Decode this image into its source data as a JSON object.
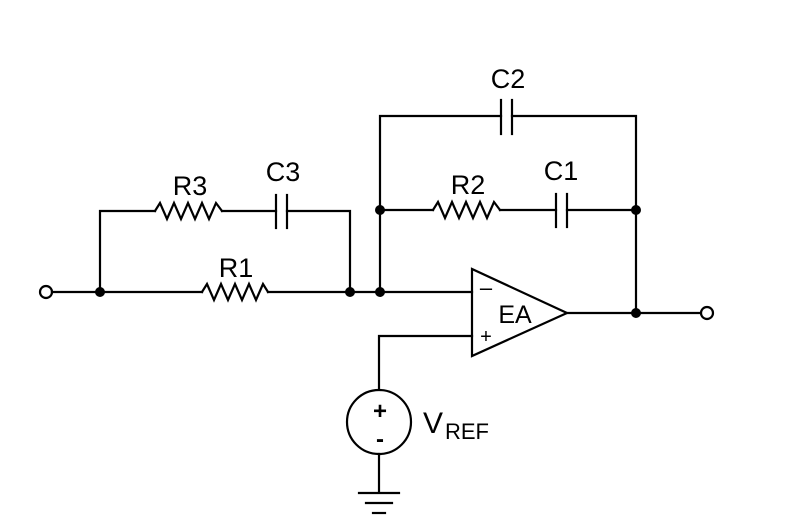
{
  "diagram": {
    "type": "circuit-schematic",
    "description_labels": {
      "c2": "C2",
      "r3": "R3",
      "c3": "C3",
      "r2": "R2",
      "c1": "C1",
      "r1": "R1",
      "ea": "EA",
      "minus_sign": "–",
      "plus_sign": "+",
      "vref_main": "V",
      "vref_sub": "REF",
      "source_plus": "+",
      "source_minus": "-"
    },
    "colors": {
      "ink": "#000000",
      "background": "#ffffff"
    }
  }
}
